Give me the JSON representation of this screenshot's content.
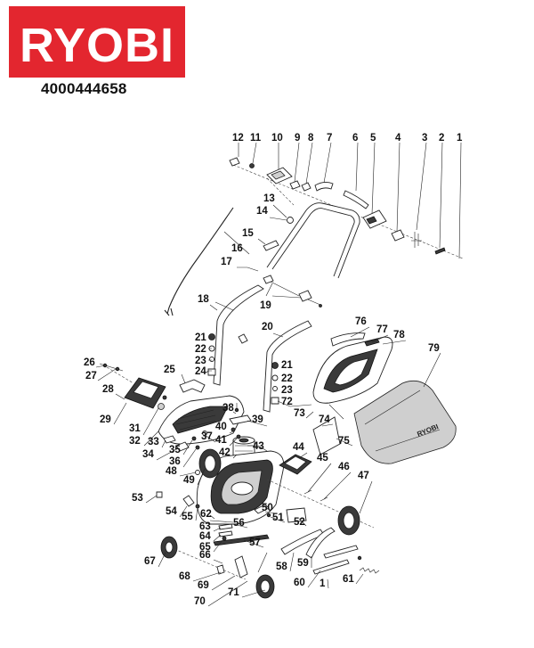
{
  "brand": {
    "logo_text": "RYOBI",
    "logo_color": "#e3262f"
  },
  "model_number": "4000444658",
  "callouts": [
    "1",
    "2",
    "3",
    "4",
    "5",
    "6",
    "7",
    "8",
    "9",
    "10",
    "11",
    "12",
    "13",
    "14",
    "15",
    "16",
    "17",
    "18",
    "19",
    "20",
    "21",
    "21",
    "22",
    "22",
    "23",
    "23",
    "24",
    "25",
    "26",
    "27",
    "28",
    "29",
    "31",
    "32",
    "33",
    "34",
    "35",
    "36",
    "37",
    "38",
    "39",
    "40",
    "41",
    "42",
    "43",
    "44",
    "45",
    "46",
    "47",
    "48",
    "49",
    "50",
    "51",
    "52",
    "53",
    "54",
    "55",
    "56",
    "57",
    "58",
    "59",
    "60",
    "61",
    "62",
    "63",
    "64",
    "65",
    "66",
    "67",
    "68",
    "69",
    "70",
    "71",
    "72",
    "73",
    "74",
    "75",
    "76",
    "77",
    "78",
    "79",
    "1"
  ]
}
